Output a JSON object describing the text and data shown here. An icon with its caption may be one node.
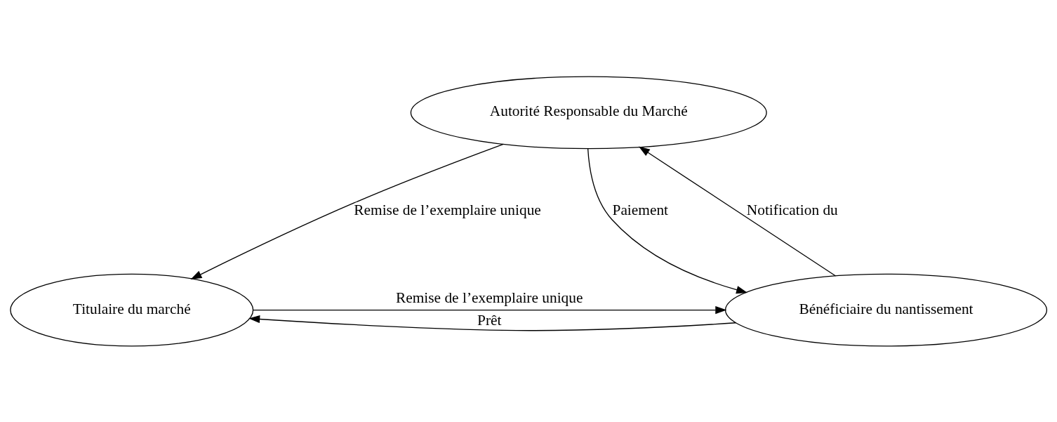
{
  "diagram": {
    "nodes": [
      {
        "text": [
          "Autorité Responsable du Marché"
        ]
      },
      {
        "text": [
          "Titulaire du marché"
        ]
      },
      {
        "text": [
          "Bénéficiaire du nantissement"
        ]
      }
    ],
    "edges": [
      {
        "from": 0,
        "to": 1,
        "arrow": "to",
        "label": "Remise de l’exemplaire unique"
      },
      {
        "from": 1,
        "to": 2,
        "arrow": "to",
        "label": "Remise de l’exemplaire unique"
      },
      {
        "from": 2,
        "to": 1,
        "arrow": "to",
        "label": "Prêt"
      },
      {
        "from": 2,
        "to": 0,
        "arrow": "to",
        "label": "Notification du"
      },
      {
        "from": 0,
        "to": 2,
        "arrow": "to",
        "label": "Paiement"
      }
    ]
  }
}
